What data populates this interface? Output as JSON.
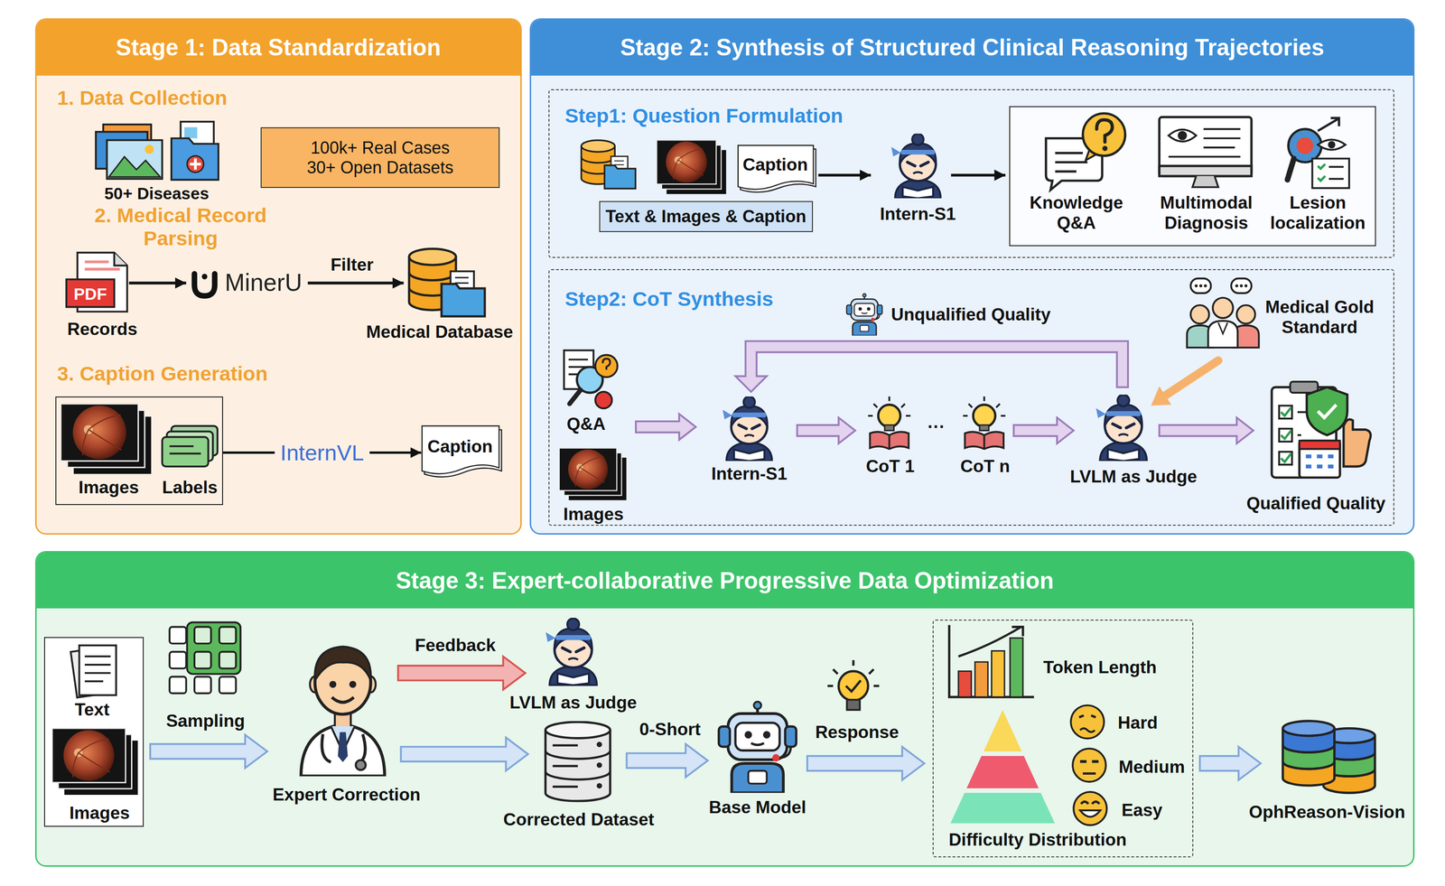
{
  "diagram": {
    "nodes": [
      {
        "text": [
          "Stage 1: Data Standardization"
        ]
      },
      {
        "text": [
          "100k+ Real Cases 30+ Open Datasets"
        ],
        "in": 0
      },
      {
        "text": [
          "Images",
          "Labels"
        ],
        "in": 0
      },
      {
        "text": [
          "Caption"
        ],
        "in": 0
      },
      {
        "text": [
          "Stage 2: Synthesis of Structured Clinical Reasoning Trajectories"
        ]
      },
      {
        "text": [
          "Step1: Question Formulation"
        ],
        "in": 4
      },
      {
        "text": [
          "Caption"
        ],
        "in": 5
      },
      {
        "text": [
          "Text & Images & Caption"
        ],
        "in": 5
      },
      {
        "text": [
          "Knowledge Q&A",
          "Multimodal Diagnosis",
          "Lesion localization"
        ],
        "in": 5
      },
      {
        "text": [
          "Step2: CoT Synthesis"
        ],
        "in": 4
      },
      {
        "text": [
          "Stage 3: Expert-collaborative Progressive Data Optimization"
        ]
      },
      {
        "text": [
          "Text",
          "Images"
        ],
        "in": 10
      },
      {
        "text": [
          "Token Length",
          "Hard",
          "Medium",
          "Easy",
          "Difficulty Distribution"
        ],
        "in": 10
      }
    ],
    "edges": [
      {
        "from": 2,
        "to": 3,
        "label": "InternVL",
        "arrow": "to"
      }
    ],
    "labels": [
      "1. Data Collection",
      "50+ Diseases",
      "2. Medical Record Parsing",
      "PDF",
      "Records",
      "MinerU",
      "Filter",
      "Medical Database",
      "3. Caption Generation",
      "Intern-S1",
      "Unqualified Quality",
      "Medical Gold Standard",
      "Q&A",
      "Images",
      "Intern-S1",
      "CoT 1",
      "···",
      "CoT n",
      "LVLM as Judge",
      "Qualified Quality",
      "Sampling",
      "Feedback",
      "Expert Correction",
      "LVLM as Judge",
      "Corrected Dataset",
      "0-Short",
      "Base Model",
      "Response",
      "OphReason-Vision"
    ]
  }
}
